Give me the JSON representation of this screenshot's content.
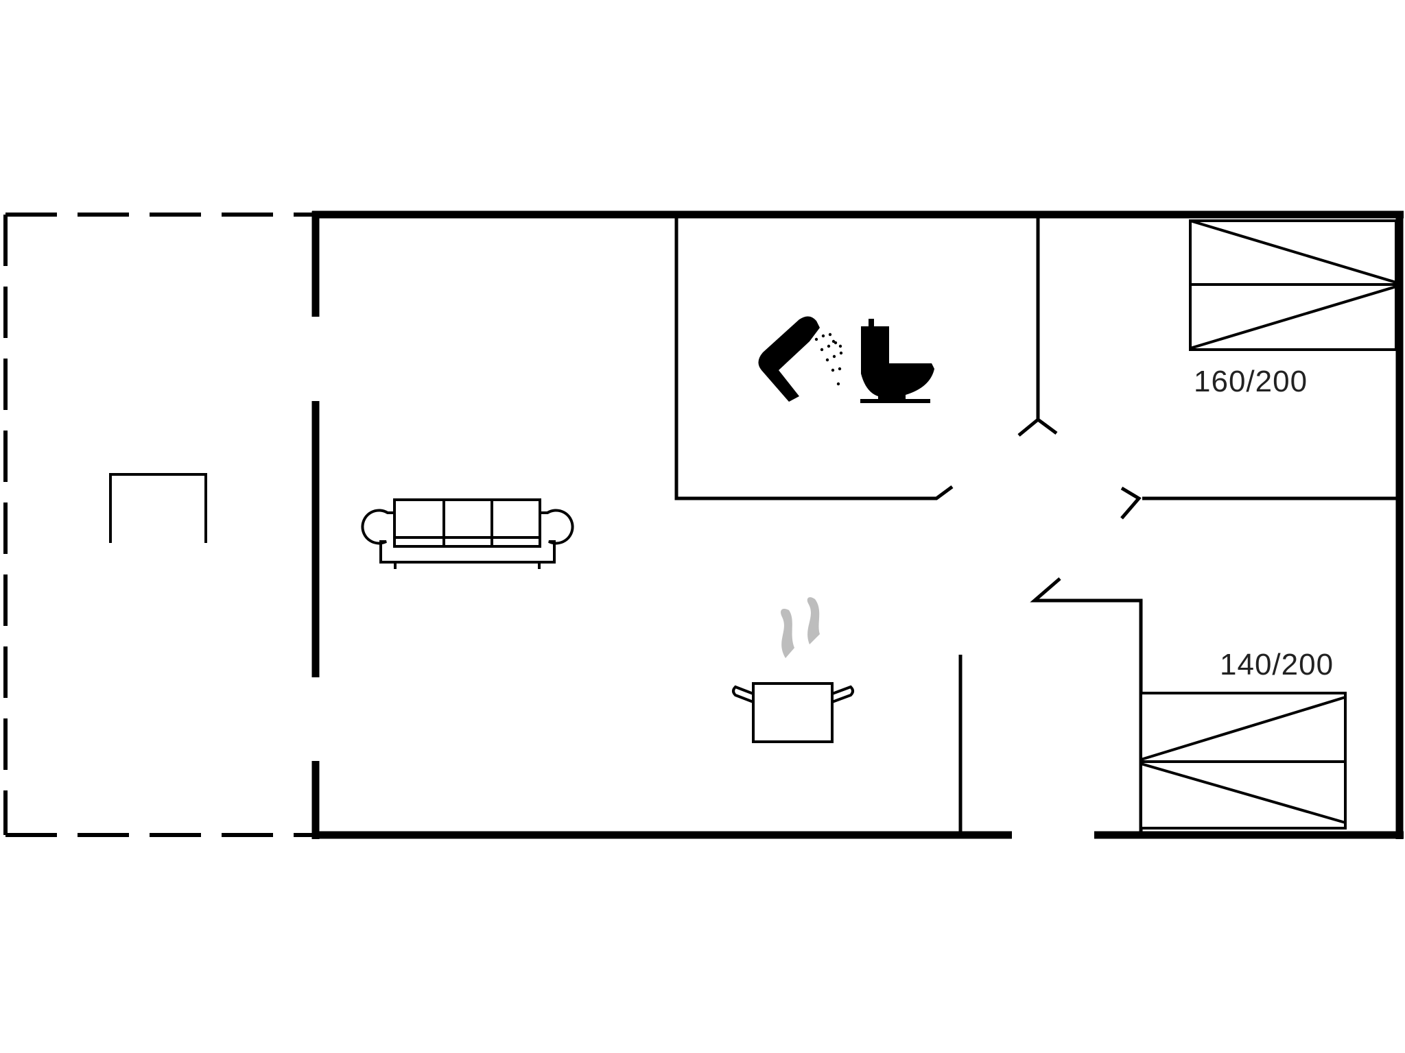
{
  "floorplan": {
    "type": "floor-plan",
    "rooms": [
      {
        "id": "terrace",
        "kind": "covered terrace (dashed outline)",
        "icon": "table-icon"
      },
      {
        "id": "living",
        "kind": "living room",
        "icon": "sofa-icon"
      },
      {
        "id": "kitchen",
        "kind": "kitchen",
        "icon": "cooking-pot-icon"
      },
      {
        "id": "bathroom",
        "kind": "bathroom",
        "icons": [
          "shower-icon",
          "toilet-icon"
        ]
      },
      {
        "id": "bedroom-1",
        "kind": "bedroom",
        "icon": "bed-icon",
        "bed_size": "160/200"
      },
      {
        "id": "bedroom-2",
        "kind": "bedroom",
        "icon": "bed-icon",
        "bed_size": "140/200"
      }
    ],
    "labels": {
      "bed1_size": "160/200",
      "bed2_size": "140/200"
    },
    "colors": {
      "wall": "#000000",
      "background": "#ffffff",
      "steam": "#bdbdbd",
      "text": "#222222"
    }
  }
}
